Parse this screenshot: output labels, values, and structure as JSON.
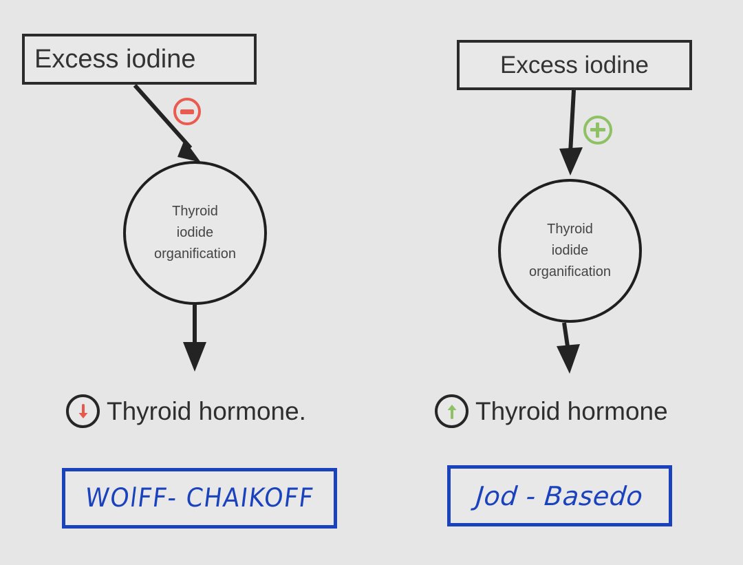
{
  "colors": {
    "background": "#e6e6e6",
    "stroke": "#2b2b2b",
    "negative": "#ea5a4e",
    "positive": "#8dc163",
    "handwriting_blue": "#1b42bd"
  },
  "diagram": {
    "title": "",
    "panels": [
      {
        "id": "wolff-chaikoff",
        "side": "left",
        "source_box_label": "Excess iodine",
        "effect_sign": "-",
        "effect_sign_name": "minus-circle-icon",
        "process_label": "Thyroid\niodide\norganification",
        "process_line_1": "Thyroid",
        "process_line_2": "iodide",
        "process_line_3": "organification",
        "outcome_label": "Thyroid hormone.",
        "outcome_direction": "down",
        "outcome_icon_name": "arrow-down-circle-icon",
        "eponym": "WOlFF- CHAIKOFF"
      },
      {
        "id": "jod-basedow",
        "side": "right",
        "source_box_label": "Excess iodine",
        "effect_sign": "+",
        "effect_sign_name": "plus-circle-icon",
        "process_label": "Thyroid\niodide\norganification",
        "process_line_1": "Thyroid",
        "process_line_2": "iodide",
        "process_line_3": "organification",
        "outcome_label": "Thyroid hormone",
        "outcome_direction": "up",
        "outcome_icon_name": "arrow-up-circle-icon",
        "eponym": "Jod - Basedo"
      }
    ]
  }
}
